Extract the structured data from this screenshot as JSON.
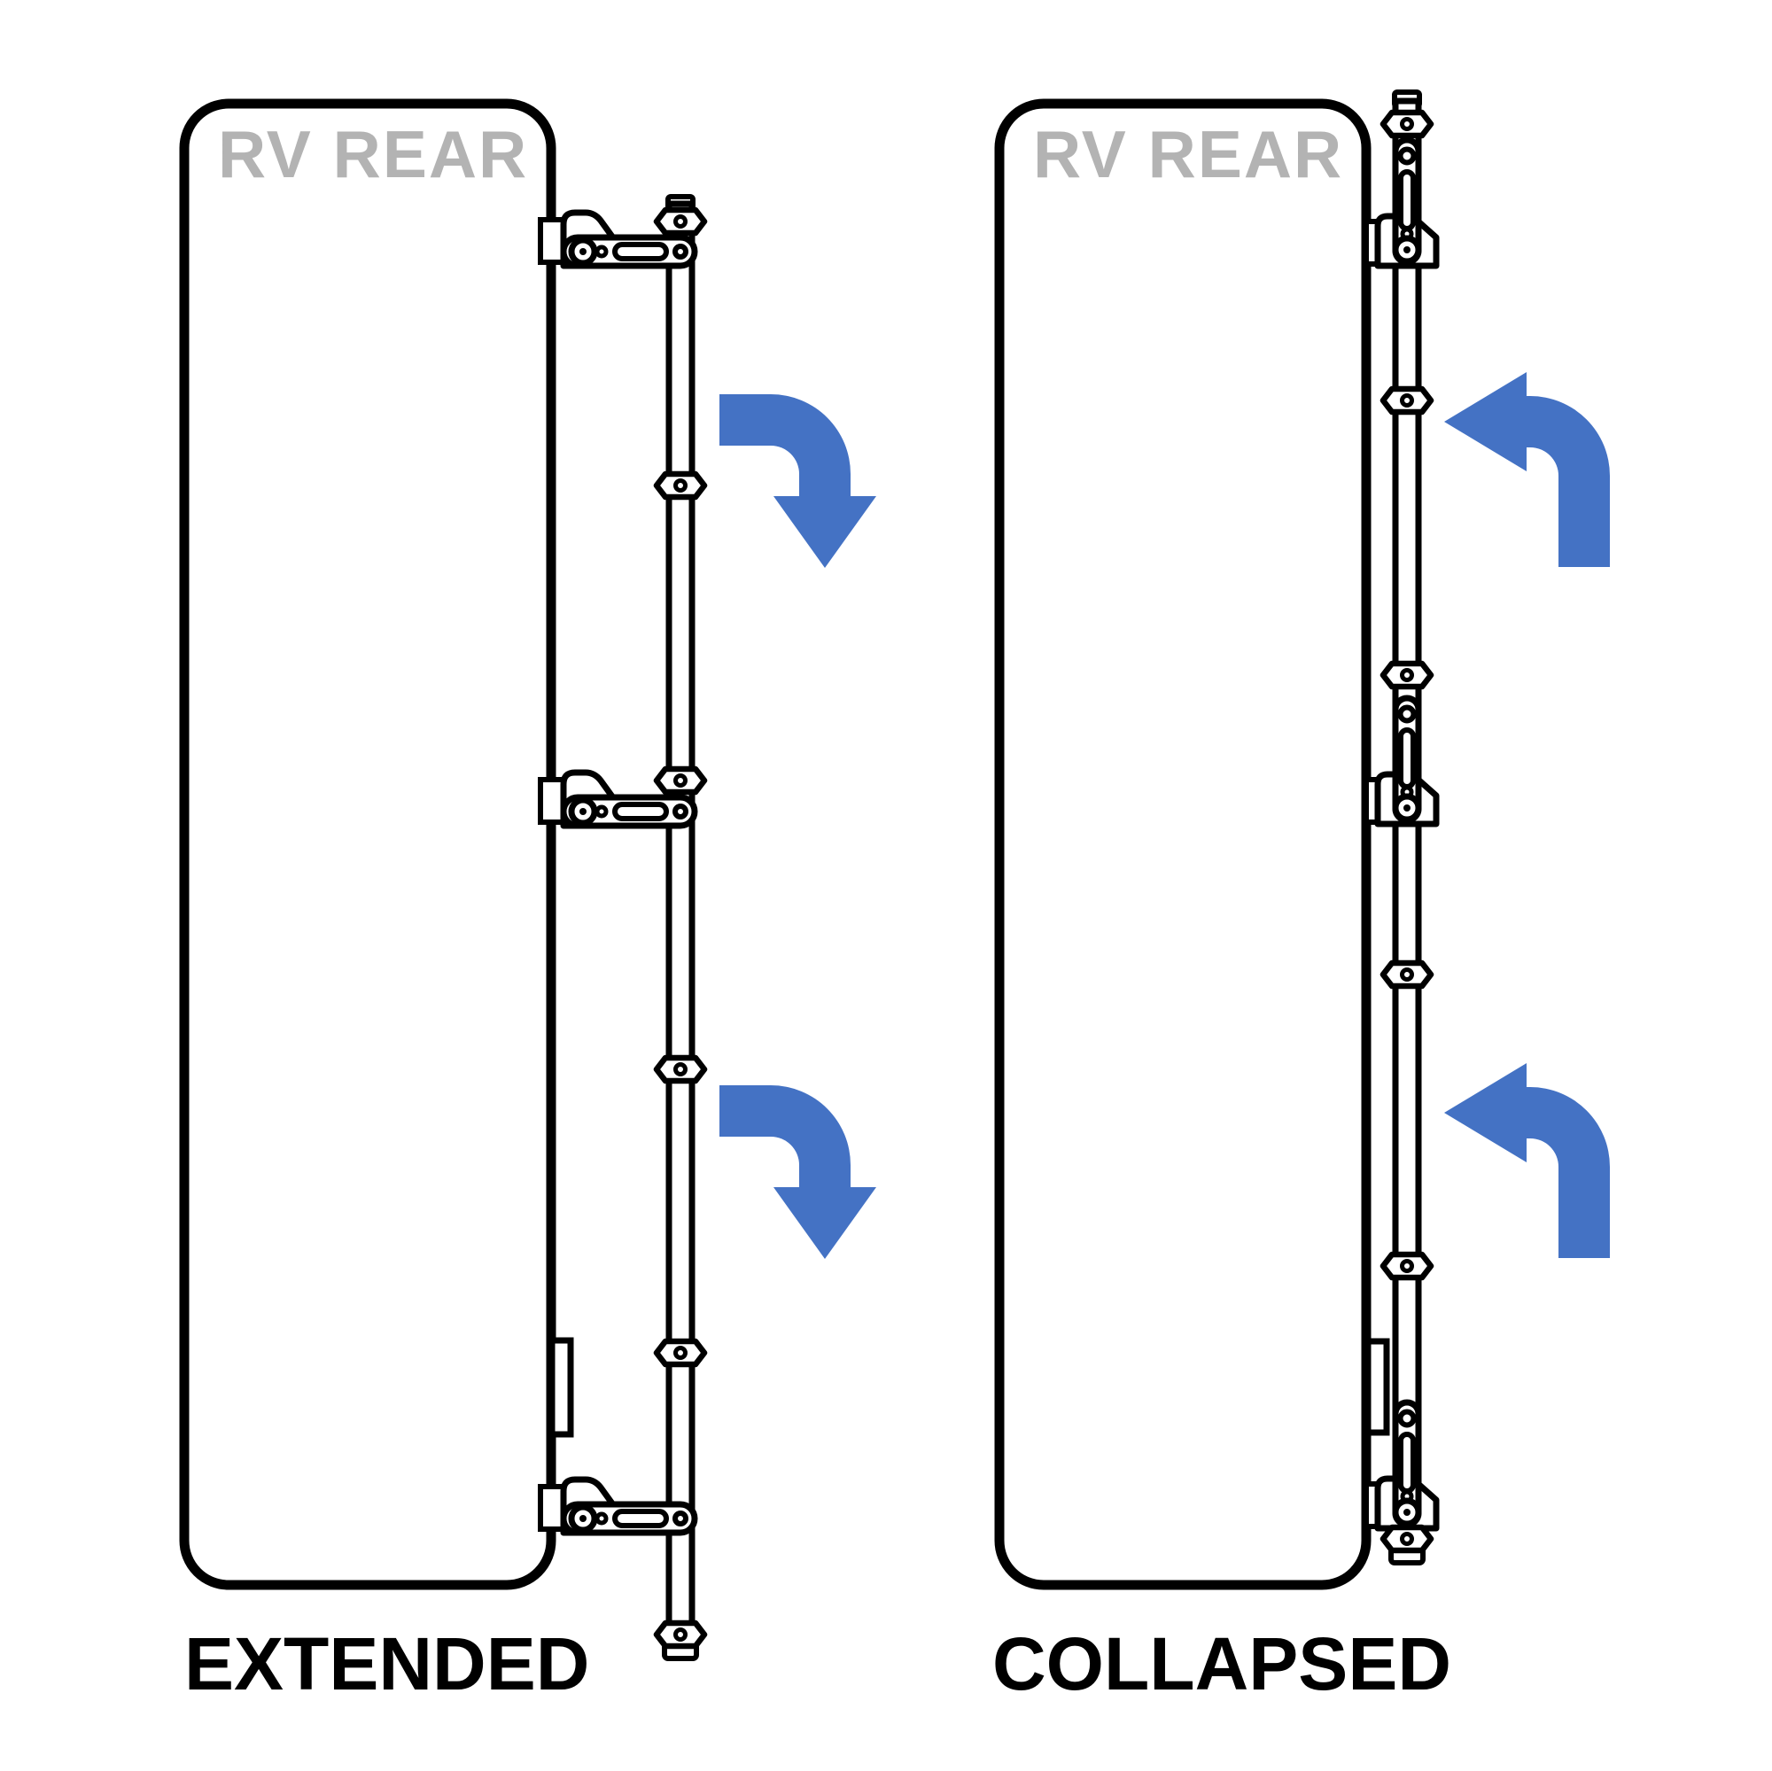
{
  "diagram": {
    "panels": [
      {
        "rv_label": "RV REAR",
        "state_label": "EXTENDED"
      },
      {
        "rv_label": "RV REAR",
        "state_label": "COLLAPSED"
      }
    ]
  },
  "icons": {
    "extended_panel_arrow": "bent-arrow-down-icon",
    "collapsed_panel_arrow": "bent-arrow-left-icon"
  },
  "colors": {
    "background": "#ffffff",
    "outline": "#000000",
    "part_fill": "#ffffff",
    "rv_label_gray": "#b3b3b3",
    "arrow_blue": "#4472c4"
  }
}
